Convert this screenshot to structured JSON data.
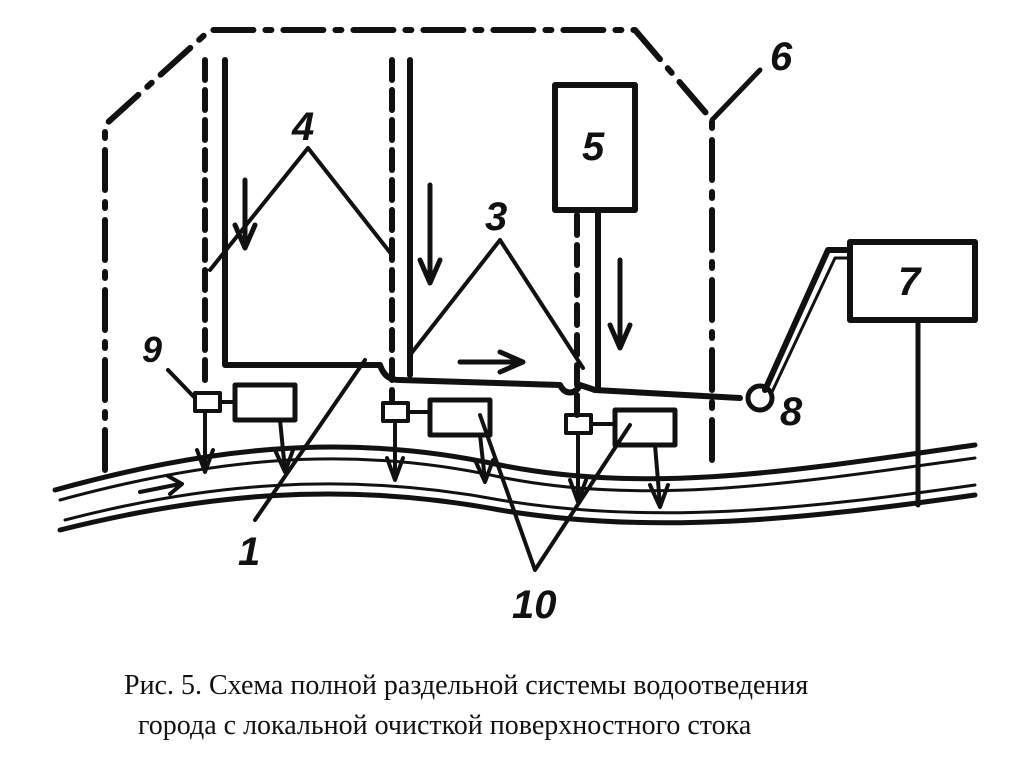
{
  "figure": {
    "labels": {
      "l1": "1",
      "l3": "3",
      "l4": "4",
      "l5": "5",
      "l6": "6",
      "l7": "7",
      "l8": "8",
      "l9": "9",
      "l10": "10"
    },
    "caption": {
      "line1": "Рис. 5. Схема полной раздельной системы водоотведения",
      "line2": "города с локальной очисткой поверхностного стока"
    }
  }
}
